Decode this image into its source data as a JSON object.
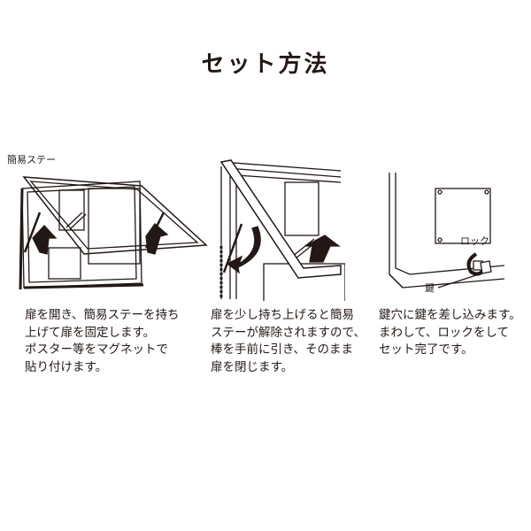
{
  "title": "セット方法",
  "illustrations": {
    "stay_label": "簡易ステー",
    "lock_label": "ロック",
    "key_label": "鍵"
  },
  "steps": [
    {
      "lines": [
        "扉を開き、簡易ステーを持ち",
        "上げて扉を固定します。",
        "ポスター等をマグネットで",
        "貼り付けます。"
      ]
    },
    {
      "lines": [
        "扉を少し持ち上げると簡易",
        "ステーが解除されますので、",
        "棒を手前に引き、そのまま",
        "扉を閉じます。"
      ]
    },
    {
      "lines": [
        "鍵穴に鍵を差し込みます。",
        "まわして、ロックをして",
        "セット完了です。"
      ]
    }
  ]
}
